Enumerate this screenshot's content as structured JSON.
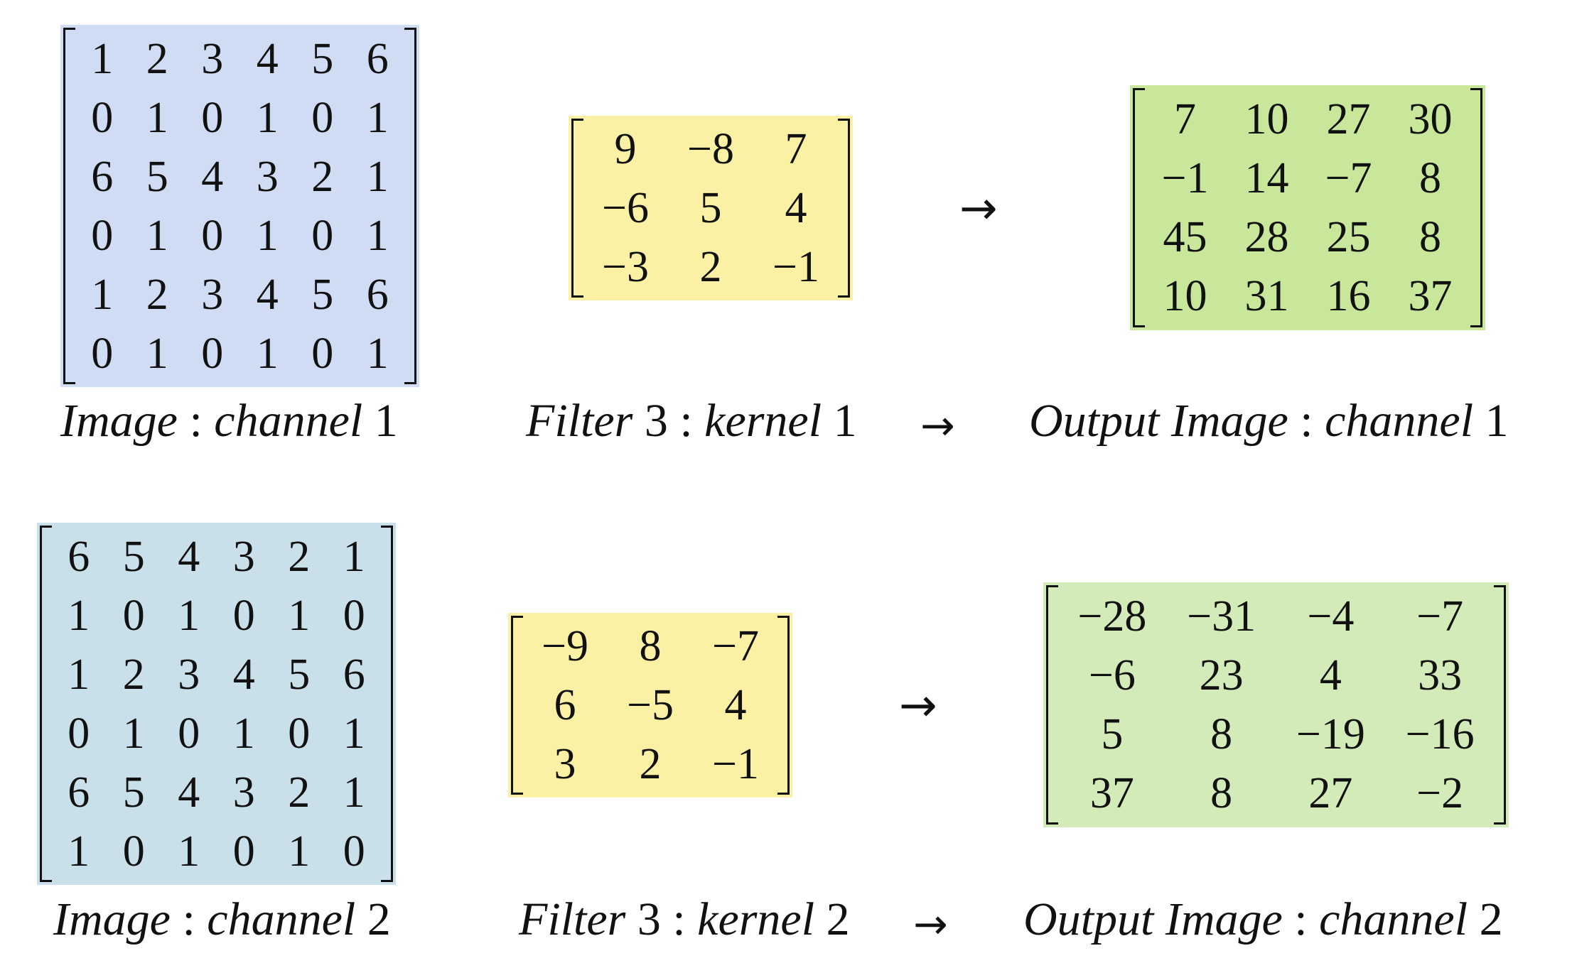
{
  "colors": {
    "image1_bg": "#cfdcf3",
    "image2_bg": "#c9dfe9",
    "filter_bg": "#faf1a4",
    "output1_bg": "#c8e79a",
    "output2_bg": "#d3ebb9"
  },
  "matrices": {
    "image1": [
      [
        "1",
        "2",
        "3",
        "4",
        "5",
        "6"
      ],
      [
        "0",
        "1",
        "0",
        "1",
        "0",
        "1"
      ],
      [
        "6",
        "5",
        "4",
        "3",
        "2",
        "1"
      ],
      [
        "0",
        "1",
        "0",
        "1",
        "0",
        "1"
      ],
      [
        "1",
        "2",
        "3",
        "4",
        "5",
        "6"
      ],
      [
        "0",
        "1",
        "0",
        "1",
        "0",
        "1"
      ]
    ],
    "filter1": [
      [
        "9",
        "−8",
        "7"
      ],
      [
        "−6",
        "5",
        "4"
      ],
      [
        "−3",
        "2",
        "−1"
      ]
    ],
    "output1": [
      [
        "7",
        "10",
        "27",
        "30"
      ],
      [
        "−1",
        "14",
        "−7",
        "8"
      ],
      [
        "45",
        "28",
        "25",
        "8"
      ],
      [
        "10",
        "31",
        "16",
        "37"
      ]
    ],
    "image2": [
      [
        "6",
        "5",
        "4",
        "3",
        "2",
        "1"
      ],
      [
        "1",
        "0",
        "1",
        "0",
        "1",
        "0"
      ],
      [
        "1",
        "2",
        "3",
        "4",
        "5",
        "6"
      ],
      [
        "0",
        "1",
        "0",
        "1",
        "0",
        "1"
      ],
      [
        "6",
        "5",
        "4",
        "3",
        "2",
        "1"
      ],
      [
        "1",
        "0",
        "1",
        "0",
        "1",
        "0"
      ]
    ],
    "filter2": [
      [
        "−9",
        "8",
        "−7"
      ],
      [
        "6",
        "−5",
        "4"
      ],
      [
        "3",
        "2",
        "−1"
      ]
    ],
    "output2": [
      [
        "−28",
        "−31",
        "−4",
        "−7"
      ],
      [
        "−6",
        "23",
        "4",
        "33"
      ],
      [
        "5",
        "8",
        "−19",
        "−16"
      ],
      [
        "37",
        "8",
        "27",
        "−2"
      ]
    ]
  },
  "arrows": {
    "arrow1": "→",
    "arrow2": "→"
  },
  "captions": {
    "row1": {
      "image_italic": "Image",
      "image_sep": " : ",
      "image_ch_italic": "channel",
      "image_ch_num": " 1",
      "filter_italic": "Filter",
      "filter_num": " 3",
      "filter_sep": " : ",
      "filter_k_italic": "kernel",
      "filter_k_num": " 1",
      "arrow": "→",
      "output_italic": "Output Image",
      "output_sep": " : ",
      "output_ch_italic": "channel",
      "output_ch_num": " 1"
    },
    "row2": {
      "image_italic": "Image",
      "image_sep": " : ",
      "image_ch_italic": "channel",
      "image_ch_num": " 2",
      "filter_italic": "Filter",
      "filter_num": " 3",
      "filter_sep": " : ",
      "filter_k_italic": "kernel",
      "filter_k_num": " 2",
      "arrow": "→",
      "output_italic": "Output Image",
      "output_sep": " : ",
      "output_ch_italic": "channel",
      "output_ch_num": " 2"
    }
  }
}
